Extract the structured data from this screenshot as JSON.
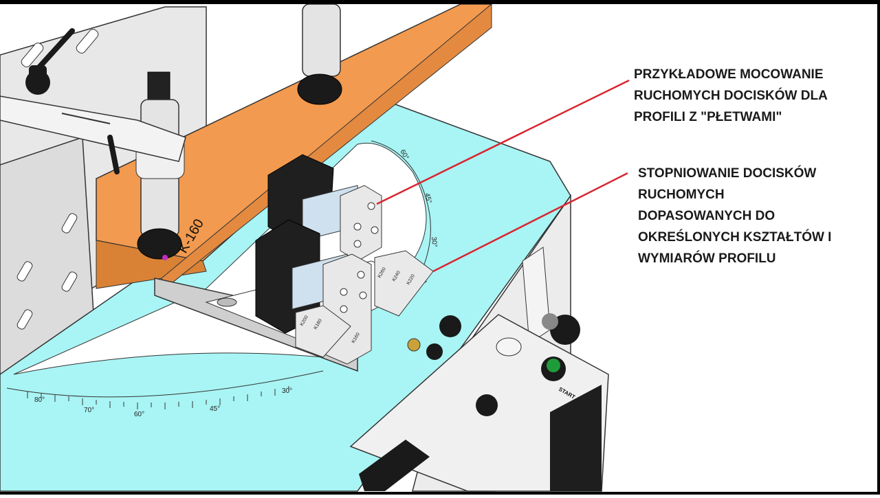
{
  "callouts": [
    {
      "lines": [
        "PRZYKŁADOWE MOCOWANIE",
        "RUCHOMYCH DOCISKÓW DLA",
        "PROFILI Z \"PŁETWAMI\""
      ]
    },
    {
      "lines": [
        "STOPNIOWANIE DOCISKÓW",
        "RUCHOMYCH",
        "DOPASOWANYCH DO",
        "OKREŚLONYCH KSZTAŁTÓW I",
        "WYMIARÓW PROFILU"
      ]
    }
  ],
  "machine": {
    "profile_label": "K-160",
    "start_label": "START",
    "clamp_labels": [
      "K260",
      "K240",
      "K220",
      "K200",
      "K180",
      "K160"
    ],
    "scale_marks_front": [
      "80°",
      "70°",
      "60°",
      "45°",
      "30°"
    ],
    "scale_marks_arc": [
      "60°",
      "45°",
      "30°"
    ]
  },
  "colors": {
    "profile_orange": "#f29a4f",
    "table_cyan": "#a9f4f4",
    "callout_line": "#d9252f",
    "start_button": "#1f9b3a"
  }
}
